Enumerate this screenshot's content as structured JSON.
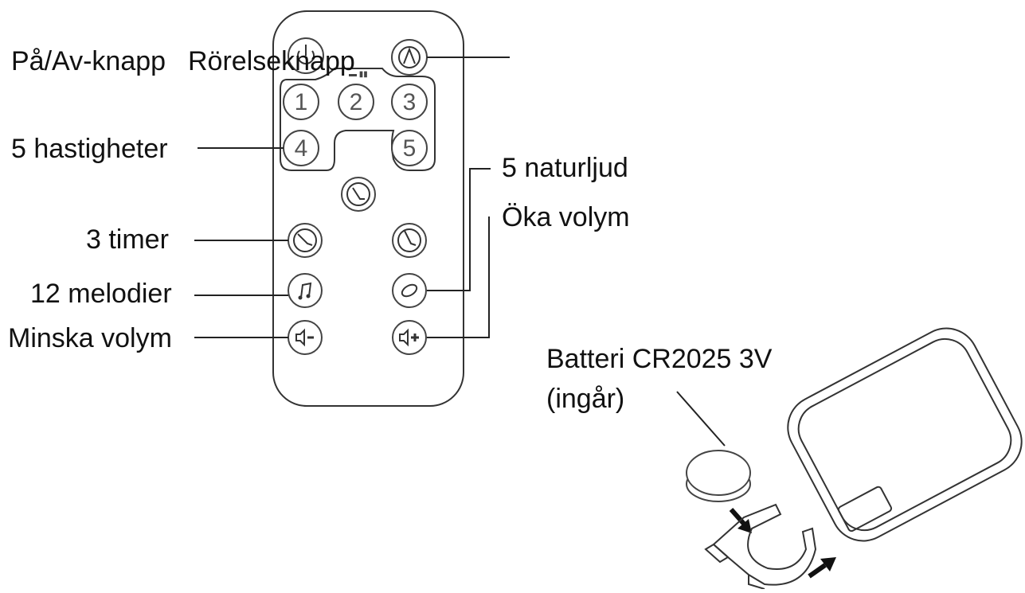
{
  "labels": {
    "power": "På/Av-knapp",
    "motion": "Rörelseknapp",
    "speeds": "5 hastigheter",
    "nature": "5 naturljud",
    "vol_up": "Öka volym",
    "timer": "3 timer",
    "melodies": "12 melodier",
    "vol_down": "Minska volym",
    "battery_line1": "Batteri CR2025 3V",
    "battery_line2": "(ingår)"
  },
  "speed_buttons": [
    "1",
    "2",
    "3",
    "4",
    "5"
  ],
  "icons": {
    "power": "power-icon",
    "motion": "motion-icon",
    "timer": "clock-icon",
    "melody": "music-note-icon",
    "nature": "leaf-icon",
    "vol_down": "speaker-minus-icon",
    "vol_up": "speaker-plus-icon"
  },
  "colors": {
    "line": "#333333",
    "text": "#111111",
    "background": "#ffffff"
  }
}
